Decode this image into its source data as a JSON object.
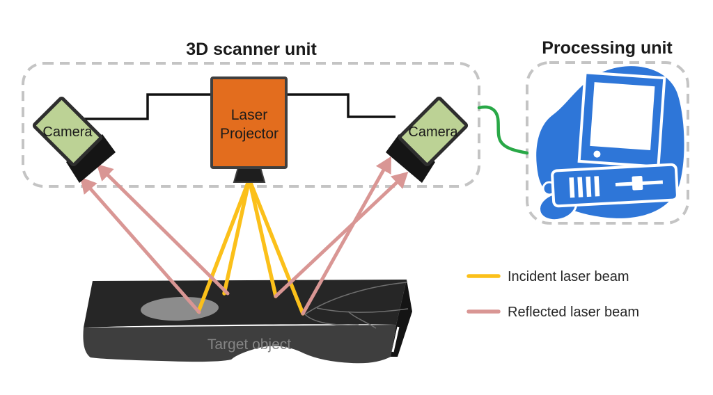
{
  "titles": {
    "scanner_unit": "3D scanner unit",
    "processing_unit": "Processing unit"
  },
  "scanner_unit": {
    "camera_left_label": "Camera",
    "camera_right_label": "Camera",
    "projector_label_line1": "Laser",
    "projector_label_line2": "Projector"
  },
  "target_object": {
    "label": "Target object"
  },
  "legend": {
    "incident_label": "Incident laser beam",
    "reflected_label": "Reflected laser beam"
  },
  "icons": {
    "computer": "desktop-computer-icon",
    "camera": "camera-icon",
    "projector": "laser-projector-icon"
  },
  "colors": {
    "incident_beam": "#FBC01A",
    "reflected_beam": "#D99694",
    "cable": "#29A847",
    "camera_body": "#BCD295",
    "projector_body": "#E36D1E",
    "computer_blue": "#2E76D8",
    "dashed_border": "#C4C4C4"
  }
}
